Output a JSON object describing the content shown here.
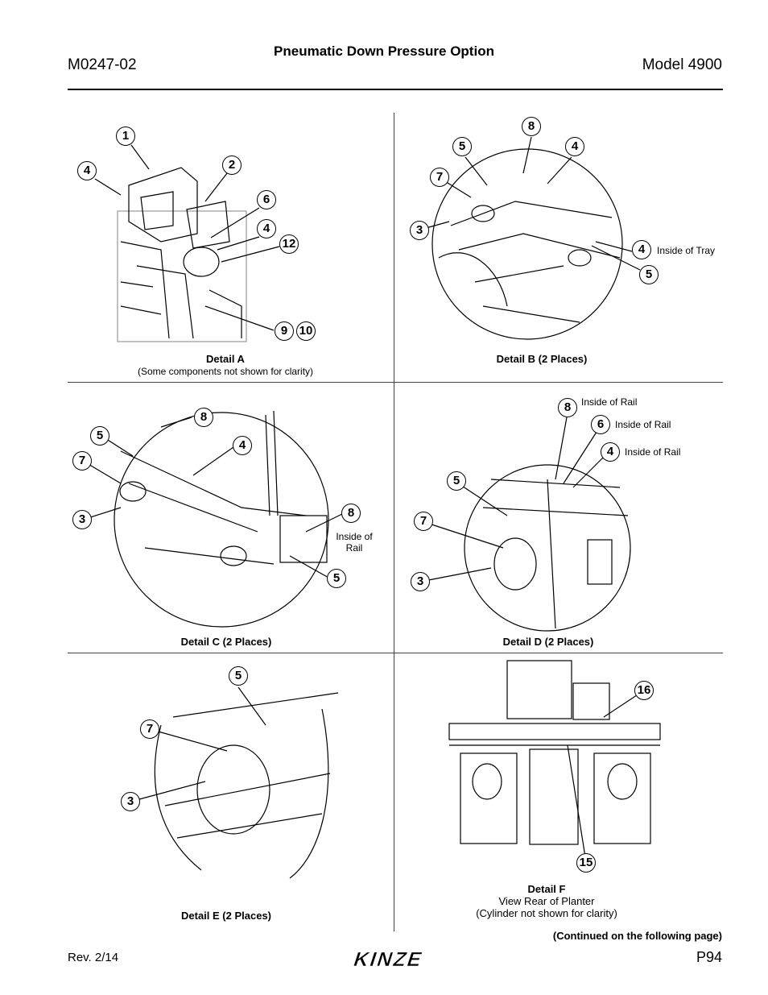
{
  "header": {
    "doc_number": "M0247-02",
    "title": "Pneumatic Down Pressure Option",
    "model": "Model 4900"
  },
  "details": {
    "a": {
      "title": "Detail A",
      "subtitle": "(Some components not shown for clarity)",
      "callouts": [
        "1",
        "4",
        "2",
        "6",
        "4",
        "12",
        "9",
        "10"
      ]
    },
    "b": {
      "title": "Detail B (2 Places)",
      "callouts": [
        "8",
        "5",
        "4",
        "7",
        "3",
        "4",
        "5"
      ],
      "note": "Inside of Tray"
    },
    "c": {
      "title": "Detail  C (2 Places)",
      "callouts": [
        "8",
        "5",
        "4",
        "7",
        "3",
        "8",
        "5"
      ],
      "note_line1": "Inside of",
      "note_line2": "Rail"
    },
    "d": {
      "title": "Detail  D (2 Places)",
      "callouts": [
        "8",
        "6",
        "4",
        "5",
        "7",
        "3"
      ],
      "note_8": "Inside of Rail",
      "note_6": "Inside of Rail",
      "note_4": "Inside of Rail"
    },
    "e": {
      "title": "Detail E (2 Places)",
      "callouts": [
        "5",
        "7",
        "3"
      ]
    },
    "f": {
      "title": "Detail F",
      "line1": "View Rear of Planter",
      "line2": "(Cylinder not shown for clarity)",
      "callouts": [
        "16",
        "15"
      ]
    }
  },
  "footer": {
    "continued": "(Continued on the following page)",
    "revision": "Rev. 2/14",
    "brand": "KINZE",
    "page": "P94"
  }
}
